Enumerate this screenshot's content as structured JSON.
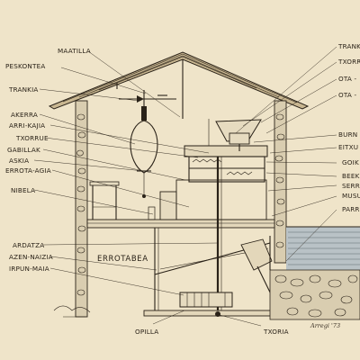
{
  "labels": {
    "maatilla": "MAATILLA",
    "peskontea": "PESKONTEA",
    "trankia": "TRANKIA",
    "akerra": "AKERRA",
    "arri_kajia": "ARRI-KAJIA",
    "txorrue": "TXORRUE",
    "gabillak": "GABILLAK",
    "askia": "ASKIA",
    "errota_agia": "ERROTA-AGIA",
    "nibela": "NIBELA",
    "ardatza": "ARDATZA",
    "azen_naizia": "AZEN-NAIZIA",
    "irpun_maia": "IRPUN-MAIA",
    "errotabea": "ERROTABEA",
    "opilla": "OPILLA",
    "txoria": "TXORIA",
    "right_1": "TRANK",
    "right_2": "TXORR",
    "right_3": "OTA -",
    "right_4": "OTA -",
    "right_5": "BURN",
    "right_6": "EITXU",
    "right_7": "GOIK",
    "right_8": "BEEK",
    "right_9": "SERR",
    "right_10": "MUSU",
    "right_11": "PARR"
  },
  "signature": "Arregi '73",
  "colors": {
    "paper": "#efe4c9",
    "ink": "#2a2218",
    "water": "#b9c2c6",
    "masonry": "#d9cdb0"
  }
}
